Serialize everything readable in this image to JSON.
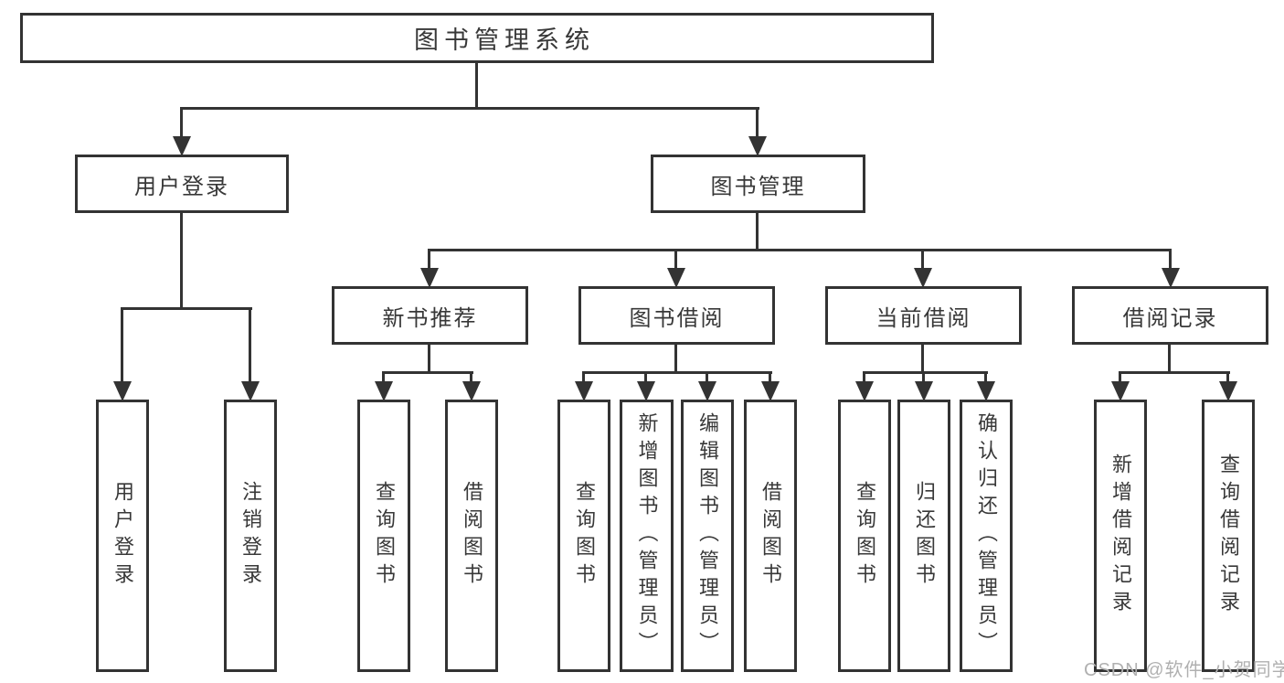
{
  "diagram": {
    "root": {
      "label": "图书管理系统"
    },
    "branches": [
      {
        "label": "用户登录",
        "children": [
          {
            "label": "用户登录"
          },
          {
            "label": "注销登录"
          }
        ]
      },
      {
        "label": "图书管理",
        "children": [
          {
            "label": "新书推荐",
            "children": [
              {
                "label": "查询图书"
              },
              {
                "label": "借阅图书"
              }
            ]
          },
          {
            "label": "图书借阅",
            "children": [
              {
                "label": "查询图书"
              },
              {
                "label": "新增图书（管理员）"
              },
              {
                "label": "编辑图书（管理员）"
              },
              {
                "label": "借阅图书"
              }
            ]
          },
          {
            "label": "当前借阅",
            "children": [
              {
                "label": "查询图书"
              },
              {
                "label": "归还图书"
              },
              {
                "label": "确认归还（管理员）"
              }
            ]
          },
          {
            "label": "借阅记录",
            "children": [
              {
                "label": "新增借阅记录"
              },
              {
                "label": "查询借阅记录"
              }
            ]
          }
        ]
      }
    ]
  },
  "watermark": {
    "text": "CSDN @软件_小贺同学"
  },
  "colors": {
    "line": "#333333",
    "text": "#383838",
    "background": "#ffffff",
    "watermark": "#b0b0b0"
  }
}
